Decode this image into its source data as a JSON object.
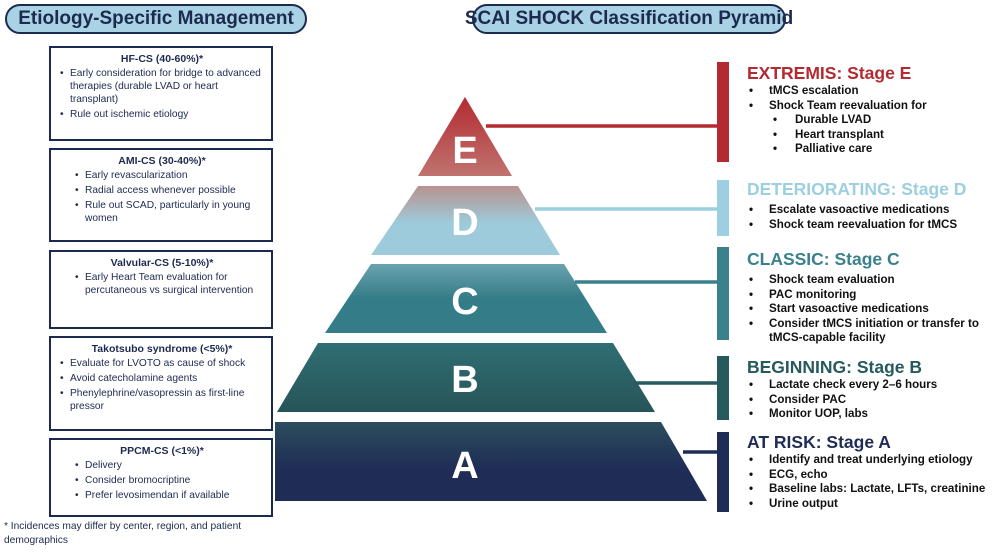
{
  "left_panel": {
    "title": "Etiology-Specific Management",
    "boxes": [
      {
        "title": "HF-CS (40-60%)*",
        "items": [
          "Early consideration for bridge to advanced therapies (durable LVAD or heart transplant)",
          "Rule out ischemic etiology"
        ]
      },
      {
        "title": "AMI-CS (30-40%)*",
        "items": [
          "Early revascularization",
          "Radial access whenever possible",
          "Rule out SCAD, particularly in young women"
        ]
      },
      {
        "title": "Valvular-CS (5-10%)*",
        "items": [
          "Early Heart Team evaluation for percutaneous vs surgical intervention"
        ]
      },
      {
        "title": "Takotsubo syndrome (<5%)*",
        "items": [
          "Evaluate for LVOTO as cause of shock",
          "Avoid catecholamine agents",
          "Phenylephrine/vasopressin as first-line pressor"
        ]
      },
      {
        "title": "PPCM-CS (<1%)*",
        "items": [
          "Delivery",
          "Consider bromocriptine",
          "Prefer levosimendan if available"
        ]
      }
    ],
    "footnote": "* Incidences may differ by center, region, and patient demographics"
  },
  "right_panel": {
    "title": "SCAI SHOCK Classification Pyramid",
    "tiers": [
      {
        "letter": "E",
        "color_top": "#b32a31",
        "color_bottom": "#c0736f"
      },
      {
        "letter": "D",
        "color_top": "#b8938f",
        "color_bottom": "#9dcbdc"
      },
      {
        "letter": "C",
        "color_top": "#6aa3b0",
        "color_bottom": "#347c87"
      },
      {
        "letter": "B",
        "color_top": "#2f6e73",
        "color_bottom": "#275458"
      },
      {
        "letter": "A",
        "color_top": "#2b4d5e",
        "color_bottom": "#1f2c55"
      }
    ],
    "stages": [
      {
        "heading": "EXTREMIS: Stage E",
        "color": "#b32a31",
        "items": [
          {
            "text": "tMCS escalation",
            "level": 1
          },
          {
            "text": "Shock Team reevaluation for",
            "level": 1
          },
          {
            "text": "Durable LVAD",
            "level": 2
          },
          {
            "text": "Heart transplant",
            "level": 2
          },
          {
            "text": "Palliative care",
            "level": 2
          }
        ]
      },
      {
        "heading": "DETERIORATING: Stage D",
        "color": "#9ccfe0",
        "items": [
          {
            "text": "Escalate vasoactive medications",
            "level": 1
          },
          {
            "text": "Shock team reevaluation for tMCS",
            "level": 1
          }
        ]
      },
      {
        "heading": "CLASSIC: Stage C",
        "color": "#3a818c",
        "items": [
          {
            "text": "Shock team evaluation",
            "level": 1
          },
          {
            "text": "PAC monitoring",
            "level": 1
          },
          {
            "text": "Start vasoactive medications",
            "level": 1
          },
          {
            "text": "Consider tMCS initiation or transfer to",
            "level": 1
          },
          {
            "text": "tMCS-capable facility",
            "level": 0
          }
        ]
      },
      {
        "heading": "BEGINNING: Stage B",
        "color": "#275a5e",
        "items": [
          {
            "text": "Lactate check every 2–6 hours",
            "level": 1
          },
          {
            "text": "Consider PAC",
            "level": 1
          },
          {
            "text": "Monitor UOP, labs",
            "level": 1
          }
        ]
      },
      {
        "heading": "AT RISK: Stage A",
        "color": "#1f2c55",
        "items": [
          {
            "text": "Identify and treat underlying etiology",
            "level": 1
          },
          {
            "text": "ECG, echo",
            "level": 1
          },
          {
            "text": "Baseline labs: Lactate, LFTs, creatinine",
            "level": 1
          },
          {
            "text": "Urine output",
            "level": 1
          }
        ]
      }
    ]
  }
}
